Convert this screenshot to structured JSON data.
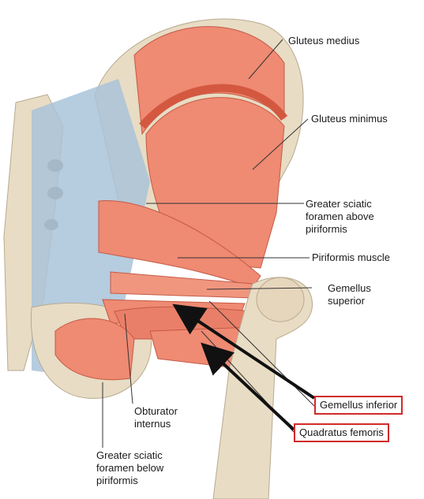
{
  "labels": {
    "gluteus_medius": "Gluteus medius",
    "gluteus_minimus": "Gluteus minimus",
    "sciatic_above": "Greater sciatic\nforamen above\npiriformis",
    "piriformis": "Piriformis muscle",
    "gemellus_superior": "Gemellus\nsuperior",
    "gemellus_inferior": "Gemellus inferior",
    "quadratus_femoris": "Quadratus femoris",
    "obturator_internus": "Obturator\ninternus",
    "sciatic_below": "Greater sciatic\nforamen below\npiriformis"
  },
  "colors": {
    "muscle": "#ef8a73",
    "muscle_dark": "#e0654e",
    "bone": "#e8dcc4",
    "ligament": "#a9c3d9",
    "highlight_box": "#d22a2a"
  }
}
